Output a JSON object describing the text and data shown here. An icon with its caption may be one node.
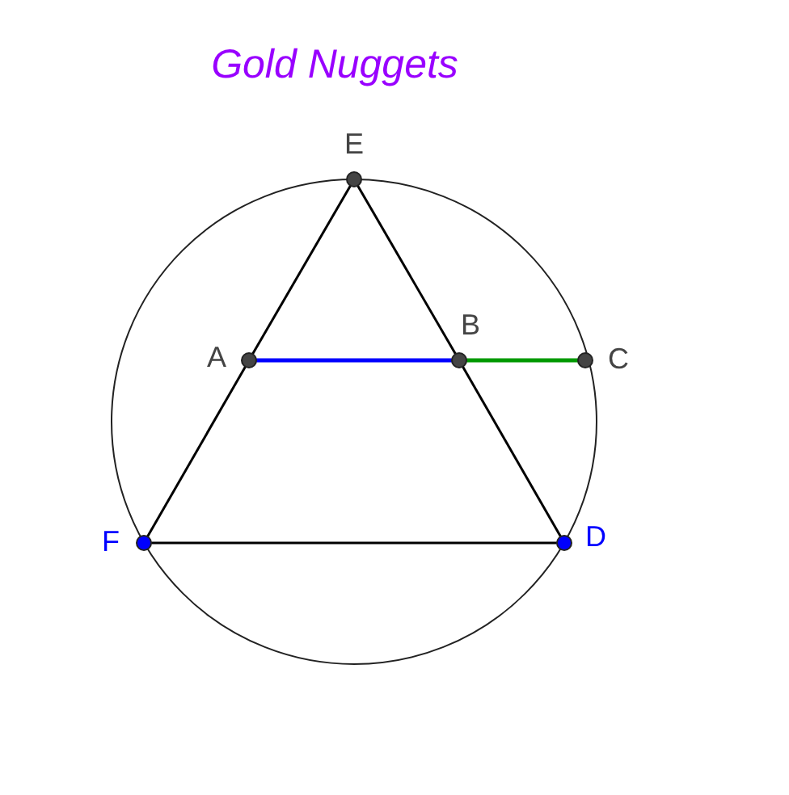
{
  "diagram": {
    "title": "Gold Nuggets",
    "nodes": [
      {
        "text": [
          "E"
        ]
      },
      {
        "text": [
          "A"
        ]
      },
      {
        "text": [
          "B"
        ]
      },
      {
        "text": [
          "C"
        ]
      },
      {
        "text": [
          "F"
        ]
      },
      {
        "text": [
          "D"
        ]
      }
    ],
    "edges": [
      {
        "from": 0,
        "to": 1,
        "arrow": "none"
      },
      {
        "from": 1,
        "to": 4,
        "arrow": "none"
      },
      {
        "from": 0,
        "to": 2,
        "arrow": "none"
      },
      {
        "from": 2,
        "to": 5,
        "arrow": "none"
      },
      {
        "from": 4,
        "to": 5,
        "arrow": "none"
      },
      {
        "from": 1,
        "to": 2,
        "arrow": "none",
        "color": "#0000ff"
      },
      {
        "from": 2,
        "to": 3,
        "arrow": "none",
        "color": "#009900"
      }
    ]
  }
}
